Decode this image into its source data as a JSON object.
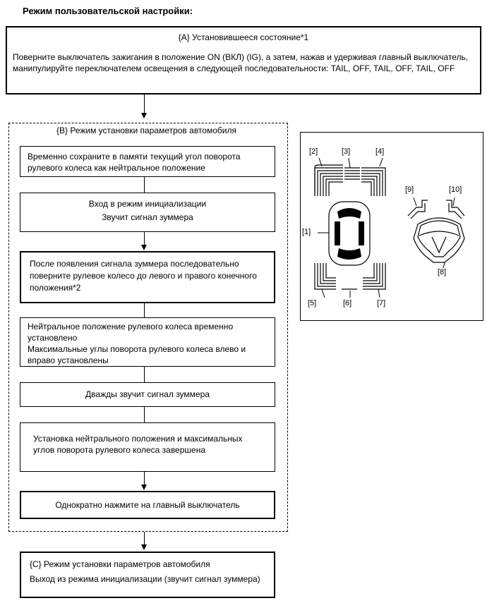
{
  "title": "Режим пользовательской настройки:",
  "box_a": {
    "heading": "{A} Установившееся состояние*1",
    "text": "Поверните выключатель зажигания в положение ON (ВКЛ) (IG), а затем, нажав и удерживая главный выключатель, манипулируйте переключателем освещения в следующей последовательности:  TAIL, OFF, TAIL, OFF, TAIL, OFF"
  },
  "group_b": {
    "heading": "{B} Режим установки параметров автомобиля"
  },
  "steps": [
    "Временно сохраните в памяти текущий угол поворота рулевого колеса как нейтральное положение",
    "Вход в режим инициализации",
    "Звучит сигнал зуммера",
    "После появления сигнала зуммера последовательно поверните рулевое колесо до левого и правого конечного положения*2",
    "Нейтральное положение рулевого колеса временно установлено",
    "Максимальные углы поворота рулевого колеса влево и вправо установлены",
    "Дважды звучит сигнал зуммера",
    "Установка нейтрального положения и максимальных углов поворота рулевого колеса завершена",
    "Однократно нажмите на главный выключатель"
  ],
  "box_c": {
    "heading": "{C} Режим установки параметров автомобиля",
    "text": "Выход из режима инициализации (звучит сигнал зуммера)"
  },
  "figure": {
    "callouts": [
      "[1]",
      "[2]",
      "[3]",
      "[4]",
      "[5]",
      "[6]",
      "[7]",
      "[8]",
      "[9]",
      "[10]"
    ]
  }
}
